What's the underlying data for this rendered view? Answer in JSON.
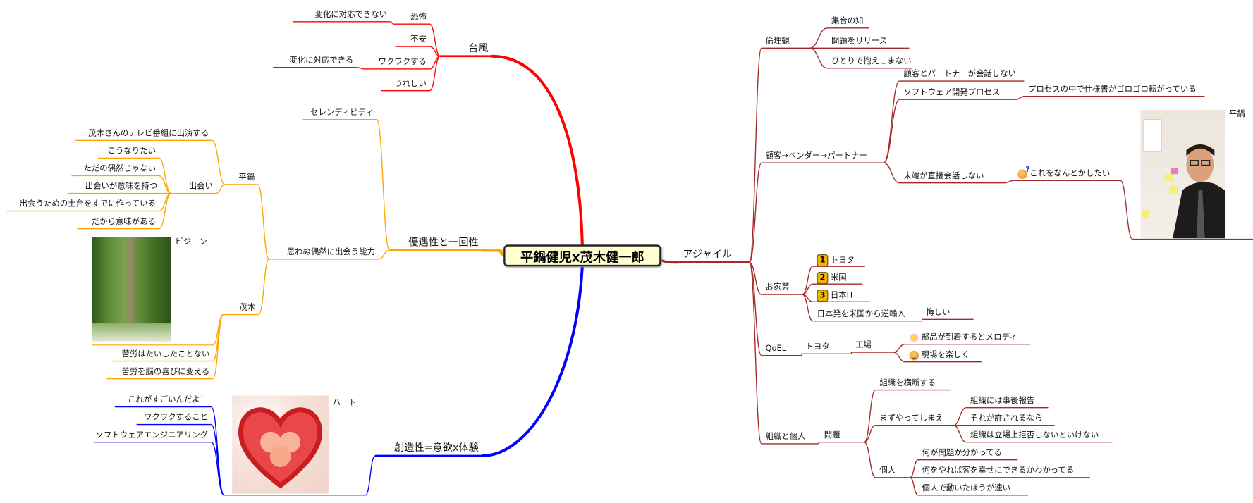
{
  "center": "平鍋健児x茂木健一郎",
  "map": {
    "typhoon": "台風",
    "fear": "恐怖",
    "fear_c": "変化に対応できない",
    "anxiety": "不安",
    "excite": "ワクワクする",
    "excite_c": "変化に対応できる",
    "happy": "うれしい",
    "chance": "優遇性と一回性",
    "serendipity": "セレンディピティ",
    "ability": "思わぬ偶然に出会う能力",
    "hiranabe": "平鍋",
    "tv": "茂木さんのテレビ番組に出演する",
    "deai": "出会い",
    "naritai": "こうなりたい",
    "guuzen": "ただの偶然じゃない",
    "imi": "出会いが意味を持つ",
    "dodai": "出会うための土台をすでに作っている",
    "dakara": "だから意味がある",
    "mogi": "茂木",
    "vision": "ビジョン",
    "kurou1": "苦労はたいしたことない",
    "kurou2": "苦労を脳の喜びに変える",
    "creativity": "創造性=意欲x体験",
    "heart": "ハート",
    "sugoi": "これがすごいんだよ！",
    "wakuwaku": "ワクワクすること",
    "softeng": "ソフトウェアエンジニアリング",
    "agile": "アジャイル",
    "ethics": "倫理観",
    "shuugou": "集合の知",
    "release": "問題をリリース",
    "hitori": "ひとりで抱えこまない",
    "customer": "顧客→ベンダー→パートナー",
    "c1": "顧客とパートナーが会話しない",
    "c2": "ソフトウェア開発プロセス",
    "c2a": "プロセスの中で仕様書がゴロゴロ転がっている",
    "c3": "末端が直接会話しない",
    "c3a": "これをなんとかしたい",
    "photo": "平鍋",
    "okagei": "お家芸",
    "o1": "トヨタ",
    "o2": "米国",
    "o3": "日本IT",
    "o4": "日本発を米国から逆輸入",
    "o4a": "悔しい",
    "qoel": "QoEL",
    "toyota": "トヨタ",
    "factory": "工場",
    "f1": "部品が到着するとメロディ",
    "f2": "現場を楽しく",
    "org": "組織と個人",
    "mondai": "問題",
    "m1": "組織を横断する",
    "m2": "まずやってしまえ",
    "m2a": "組織には事後報告",
    "m2b": "それが許されるなら",
    "m2c": "組織は立場上拒否しないといけない",
    "m3": "個人",
    "m3a": "何が問題か分かってる",
    "m3b": "何をやれば客を幸せにできるかわかってる",
    "m3c": "個人で動いたほうが速い"
  },
  "badges": {
    "o1": "1",
    "o2": "2",
    "o3": "3"
  },
  "icons": {
    "c3a": "worried-face-icon",
    "f1": "flower-icon",
    "f2": "smiling-face-icon"
  },
  "colors": {
    "typhoon": "#ff0000",
    "chance": "#ffa500",
    "creativity": "#0000ff",
    "agile": "#a52a2a",
    "center_fill": "#ffffd0"
  }
}
